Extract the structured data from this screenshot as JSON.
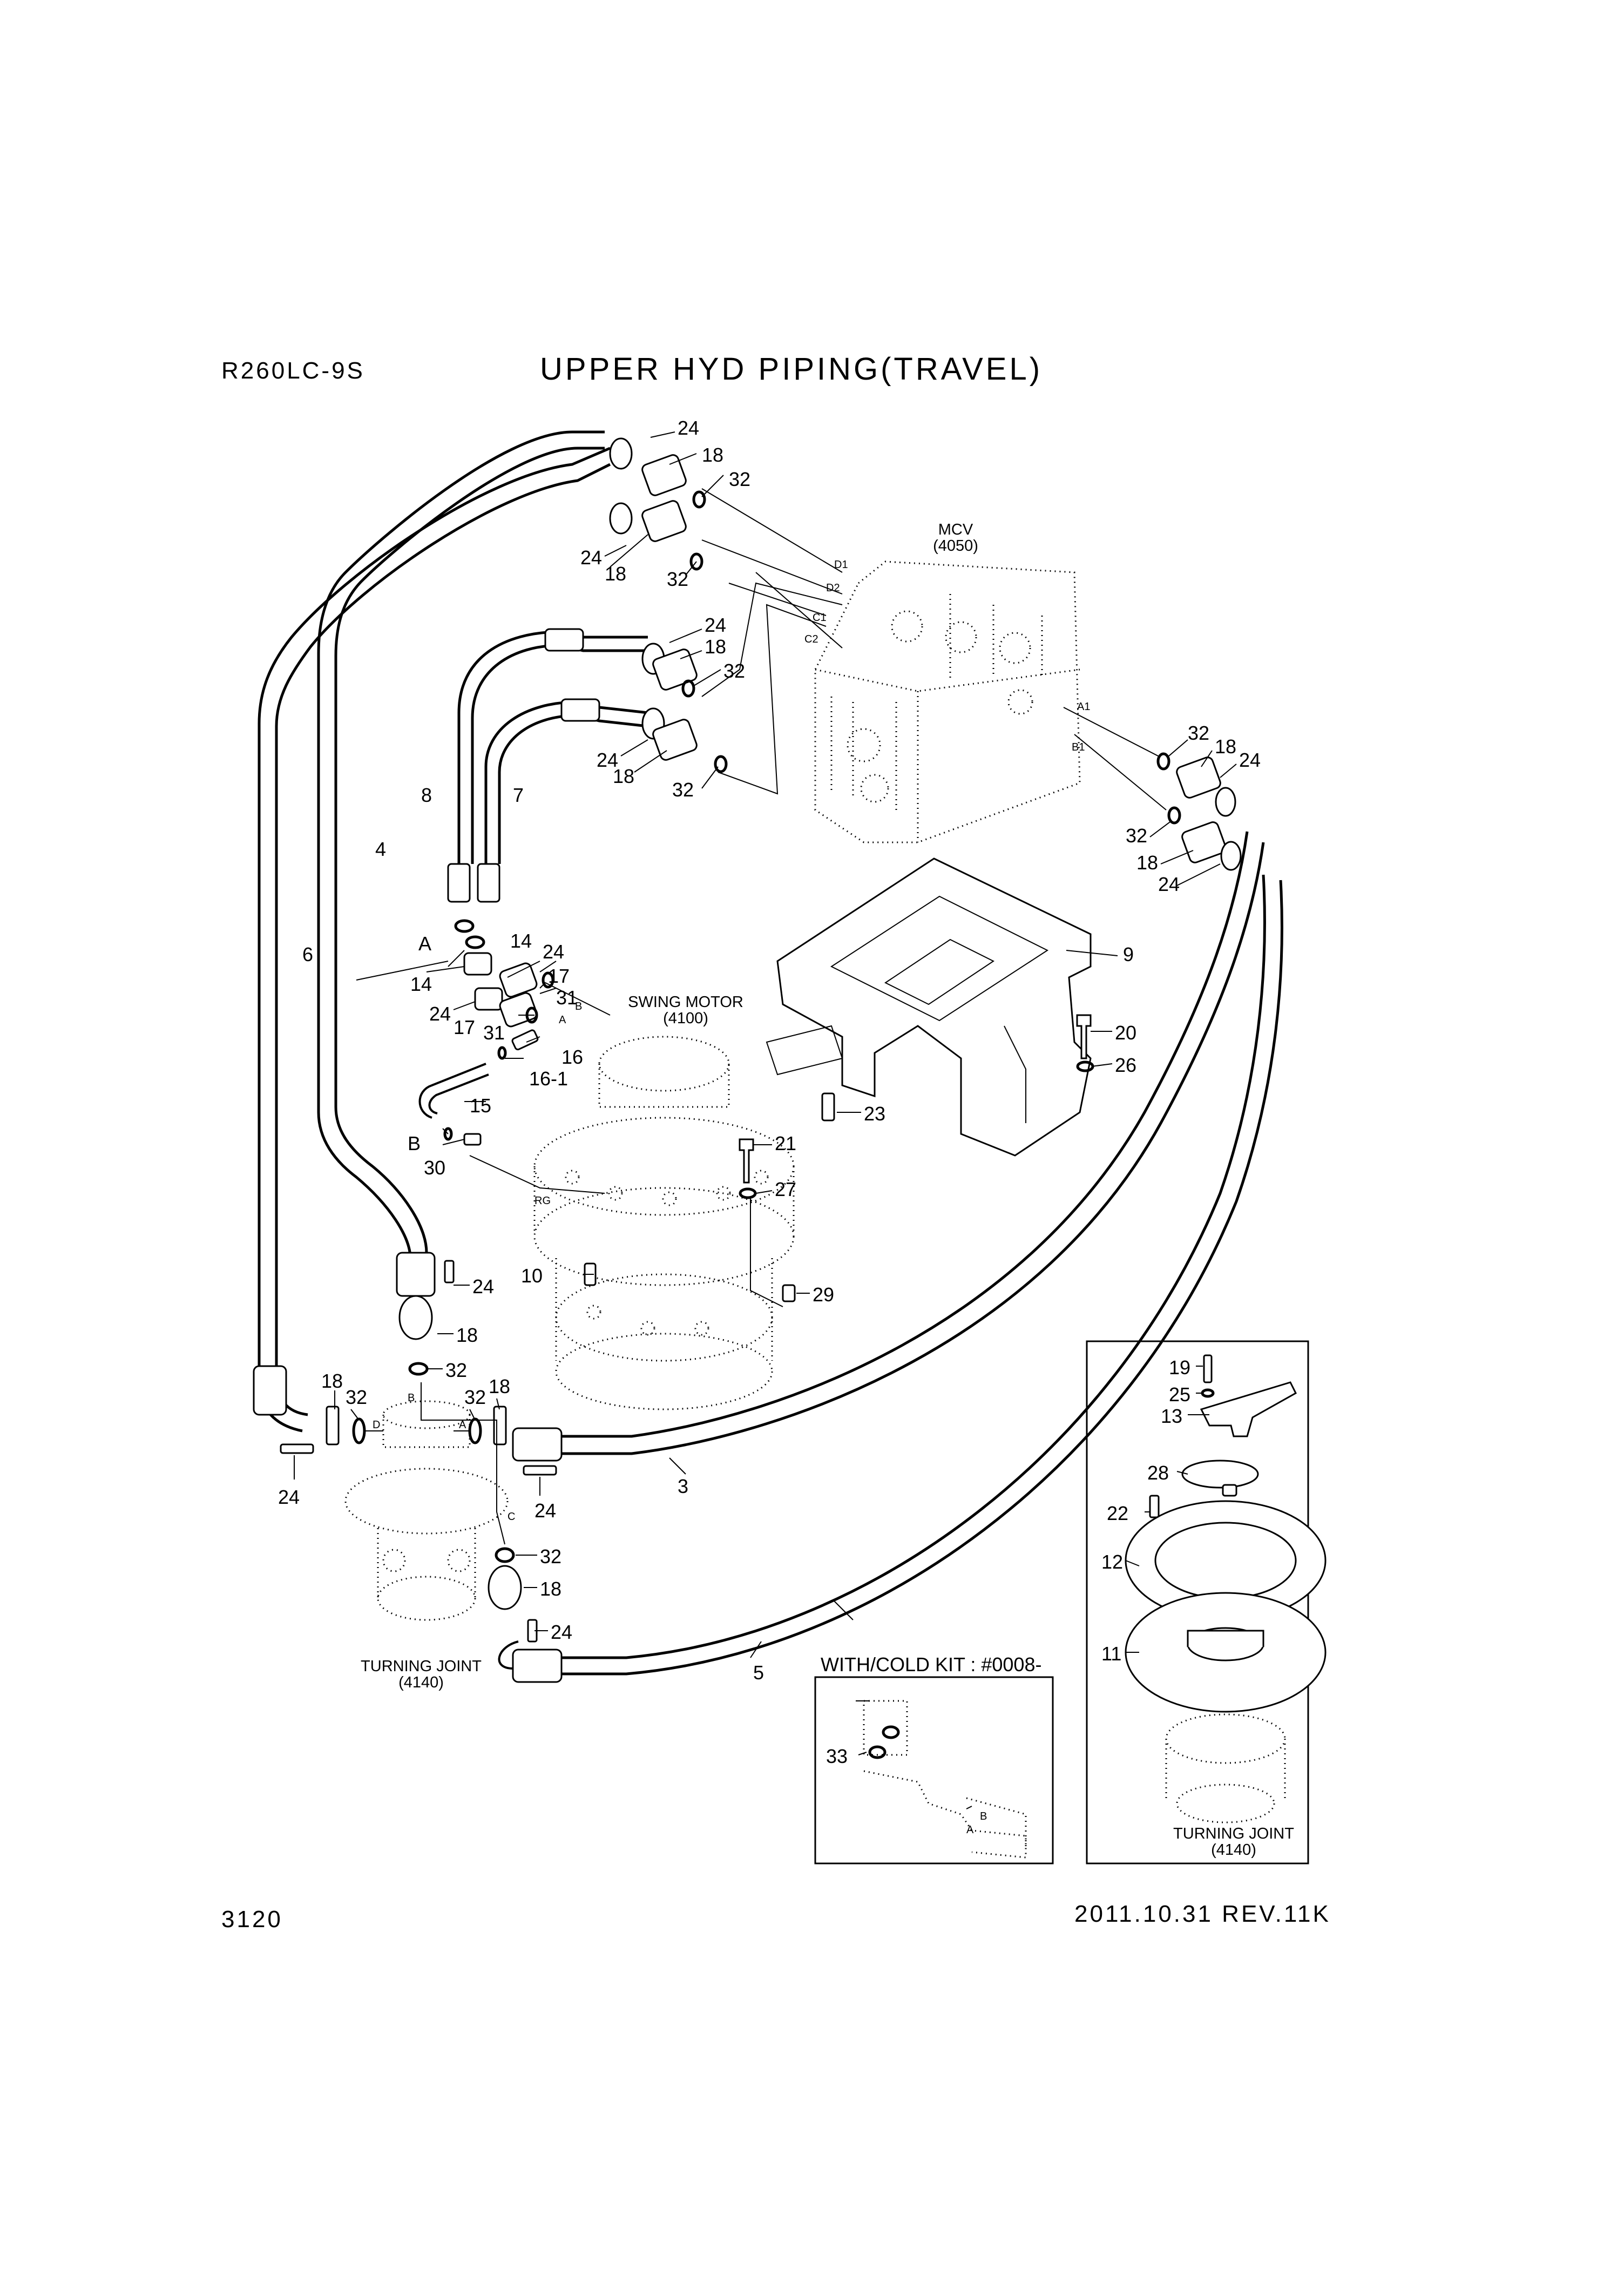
{
  "header": {
    "model": "R260LC-9S",
    "title": "UPPER HYD PIPING(TRAVEL)"
  },
  "footer": {
    "page_number": "3120",
    "revision": "2011.10.31  REV.11K"
  },
  "components": {
    "mcv": {
      "name": "MCV",
      "code": "(4050)"
    },
    "swing_motor": {
      "name": "SWING MOTOR",
      "code": "(4100)"
    },
    "turning_joint": {
      "name": "TURNING JOINT",
      "code": "(4140)"
    },
    "turning_joint_inset": {
      "name": "TURNING JOINT",
      "code": "(4140)"
    }
  },
  "insets": {
    "cold_kit_title": "WITH/COLD KIT : #0008-"
  },
  "port_labels": {
    "D1": "D1",
    "D2": "D2",
    "C1": "C1",
    "C2": "C2",
    "A1": "A1",
    "B1": "B1",
    "RG": "RG",
    "A": "A",
    "B": "B",
    "C": "C",
    "D": "D"
  },
  "callouts": {
    "p24a": "24",
    "p18a": "18",
    "p32a": "32",
    "p24b": "24",
    "p18b": "18",
    "p32b": "32",
    "p24c": "24",
    "p18c": "18",
    "p32c": "32",
    "p24d": "24",
    "p18d": "18",
    "p32d": "32",
    "p32e": "32",
    "p18e": "18",
    "p24e": "24",
    "p32f": "32",
    "p18f": "18",
    "p24f": "24",
    "p8": "8",
    "p7": "7",
    "p4": "4",
    "p6": "6",
    "p9": "9",
    "pA": "A",
    "p14a": "14",
    "p24g": "24",
    "p14b": "14",
    "p17a": "17",
    "p31a": "31",
    "p24h": "24",
    "p17b": "17",
    "p31b": "31",
    "p16": "16",
    "p16_1": "16-1",
    "p15": "15",
    "pB": "B",
    "p30": "30",
    "p20": "20",
    "p26": "26",
    "p23": "23",
    "p21": "21",
    "p27": "27",
    "p10": "10",
    "p29": "29",
    "p24i": "24",
    "p18g": "18",
    "p32g": "32",
    "p18h": "18",
    "p32h": "32",
    "p24j": "24",
    "p32i": "32",
    "p18i": "18",
    "p24k": "24",
    "p3": "3",
    "p32j": "32",
    "p18j": "18",
    "p24l": "24",
    "p5": "5",
    "p33": "33",
    "p19": "19",
    "p25": "25",
    "p13": "13",
    "p28": "28",
    "p22": "22",
    "p12": "12",
    "p11": "11"
  }
}
